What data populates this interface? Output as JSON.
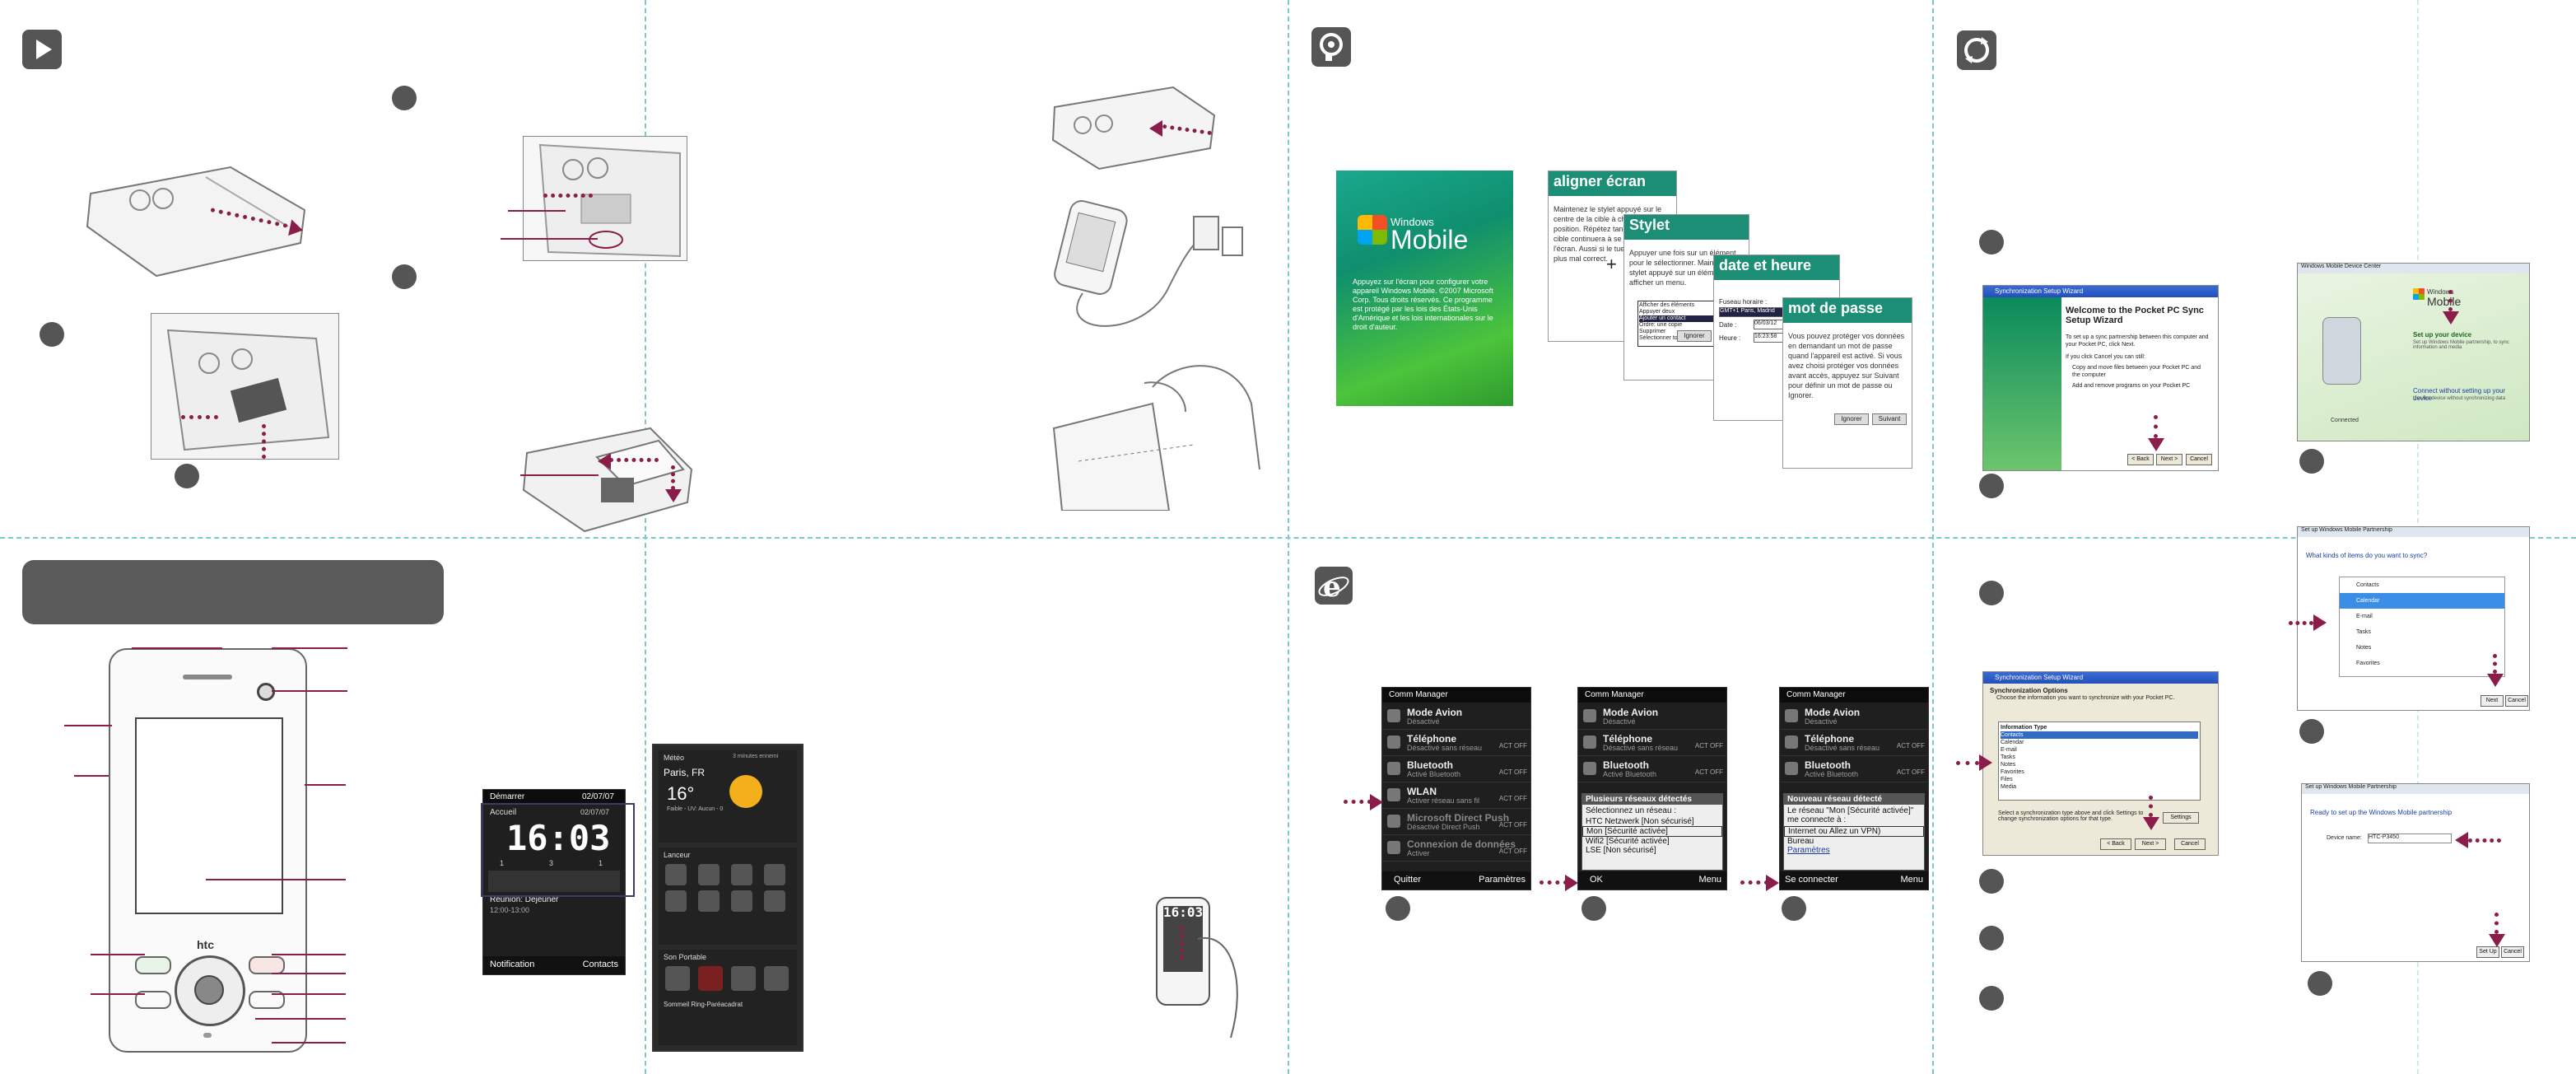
{
  "colors": {
    "accent": "#8b1d4a",
    "guide": "#7cc8cc",
    "icon_gray": "#555555"
  },
  "icons": {
    "sec1": "play-icon",
    "sec2": "lightbulb-head-icon",
    "sec3": "sync-arrows-icon",
    "sec4": "internet-explorer-icon"
  },
  "wm_splash": {
    "windows": "Windows",
    "mobile": "Mobile",
    "body": "Appuyez sur l'écran pour configurer votre appareil Windows Mobile. ©2007 Microsoft Corp. Tous droits réservés. Ce programme est protégé par les lois des États-Unis d'Amérique et les lois internationales sur le droit d'auteur."
  },
  "setup_cards": [
    {
      "title": "aligner écran",
      "body": "Maintenez le stylet appuyé sur le centre de la cible à chaque position. Répétez tandis que la cible continuera à se déplacer sur l'écran. Aussi si le tue l'écran est plus mal correct."
    },
    {
      "title": "Stylet",
      "body": "Appuyer une fois sur un élément pour le sélectionner. Maintenez le stylet appuyé sur un élément pour afficher un menu.",
      "items": [
        "Afficher des éléments",
        "Appuyer deux",
        "Ajouter un contact",
        "Ordre: une copie",
        "Supprimer",
        "Sélectionner tous"
      ],
      "button": "Ignorer"
    },
    {
      "title": "date et heure",
      "labels": [
        "Fuseau horaire :",
        "Date :",
        "Heure :"
      ],
      "values": [
        "GMT+1 Paris, Madrid",
        "06/03/12",
        "16:23:58"
      ]
    },
    {
      "title": "mot de passe",
      "body": "Vous pouvez protéger vos données en demandant un mot de passe quand l'appareil est activé. Si vous avez choisi protéger vos données avant accès, appuyez sur Suivant pour définir un mot de passe ou Ignorer.",
      "buttons": [
        "Ignorer",
        "Suivant"
      ]
    }
  ],
  "today": {
    "title": "Démarrer",
    "status": "02/07/07",
    "panel": "Accueil",
    "time": "16:03",
    "date": "02/07/07",
    "counts": [
      "1",
      "3",
      "1"
    ],
    "appt": "Réunion: Déjeuner",
    "appt_time": "12:00-13:00",
    "soft_left": "Notification",
    "soft_right": "Contacts"
  },
  "touchflo": {
    "weather_title": "Météo",
    "weather_age": "3 minutes ennemi",
    "city": "Paris, FR",
    "temp": "16°",
    "cond": "Faible - UV: Aucun - 0",
    "launcher_title": "Lanceur",
    "music_title": "Son Portable",
    "music_song": "Sommeil Ring-Paréacadrat"
  },
  "comm_manager": [
    {
      "title": "Comm Manager",
      "rows": [
        {
          "label": "Mode Avion",
          "sub": "Désactivé",
          "state": ""
        },
        {
          "label": "Téléphone",
          "sub": "Désactivé sans réseau",
          "state": "ACT OFF"
        },
        {
          "label": "Bluetooth",
          "sub": "Activé Bluetooth",
          "state": "ACT OFF"
        },
        {
          "label": "WLAN",
          "sub": "Activer réseau sans fil",
          "state": "ACT OFF"
        },
        {
          "label": "Microsoft Direct Push",
          "sub": "Désactivé Direct Push",
          "state": "ACT OFF"
        },
        {
          "label": "Connexion de données",
          "sub": "Activer",
          "state": "ACT OFF"
        }
      ],
      "soft_left": "Quitter",
      "soft_right": "Paramètres"
    },
    {
      "title": "Comm Manager",
      "rows": [
        {
          "label": "Mode Avion",
          "sub": "Désactivé",
          "state": ""
        },
        {
          "label": "Téléphone",
          "sub": "Désactivé sans réseau",
          "state": "ACT OFF"
        },
        {
          "label": "Bluetooth",
          "sub": "Activé Bluetooth",
          "state": "ACT OFF"
        }
      ],
      "popup_title": "Plusieurs réseaux détectés",
      "popup_body": "Sélectionnez un réseau :",
      "options": [
        "HTC Netzwerk [Non sécurisé]",
        "Mon [Sécurité activée]",
        "Wifi2 [Sécurité activée]",
        "LSE [Non sécurisé]"
      ],
      "soft_left": "OK",
      "soft_right": "Menu"
    },
    {
      "title": "Comm Manager",
      "rows": [
        {
          "label": "Mode Avion",
          "sub": "Désactivé",
          "state": ""
        },
        {
          "label": "Téléphone",
          "sub": "Désactivé sans réseau",
          "state": "ACT OFF"
        },
        {
          "label": "Bluetooth",
          "sub": "Activé Bluetooth",
          "state": "ACT OFF"
        }
      ],
      "popup_title": "Nouveau réseau détecté",
      "popup_body": "Le réseau \"Mon [Sécurité activée]\" me connecte à :",
      "options": [
        "Internet ou Allez un VPN)",
        "Bureau"
      ],
      "link": "Paramètres",
      "soft_left": "Se connecter",
      "soft_right": "Menu"
    }
  ],
  "wizard": {
    "bar": "Synchronization Setup Wizard",
    "welcome_title": "Welcome to the Pocket PC Sync Setup Wizard",
    "welcome_body": [
      "To set up a sync partnership between this computer and your Pocket PC, click Next.",
      "If you click Cancel you can still:",
      "Copy and move files between your Pocket PC and the computer",
      "Add and remove programs on your Pocket PC"
    ],
    "btn_back": "< Back",
    "btn_next": "Next >",
    "btn_cancel": "Cancel",
    "options_title": "Synchronization Options",
    "options_sub": "Choose the information you want to synchronize with your Pocket PC.",
    "info_type": "Information Type",
    "info_items": [
      "Contacts",
      "Calendar",
      "E-mail",
      "Tasks",
      "Notes",
      "Favorites",
      "Files",
      "Media"
    ],
    "options_foot": "Select a synchronization type above and click Settings to change synchronization options for that type.",
    "settings": "Settings"
  },
  "wmdc": {
    "bar": "Windows Mobile Device Center",
    "brand": "Windows",
    "mobile": "Mobile",
    "setup": "Set up your device",
    "setup_sub": "Set up Windows Mobile partnership, to sync information and media",
    "connect": "Connect without setting up your device",
    "connect_sub": "Use the device without synchronizing data",
    "status": "Connected",
    "types_bar": "Set up Windows Mobile Partnership",
    "types_q": "What kinds of items do you want to sync?",
    "types": [
      "Contacts",
      "Calendar",
      "E-mail",
      "Tasks",
      "Notes",
      "Favorites"
    ],
    "ready_bar": "Set up Windows Mobile Partnership",
    "ready_title": "Ready to set up the Windows Mobile partnership",
    "device_name_label": "Device name:",
    "device_name": "HTC-P3450",
    "btn_next": "Next",
    "btn_cancel": "Cancel",
    "btn_setup": "Set Up"
  },
  "phone": {
    "brand": "htc"
  }
}
